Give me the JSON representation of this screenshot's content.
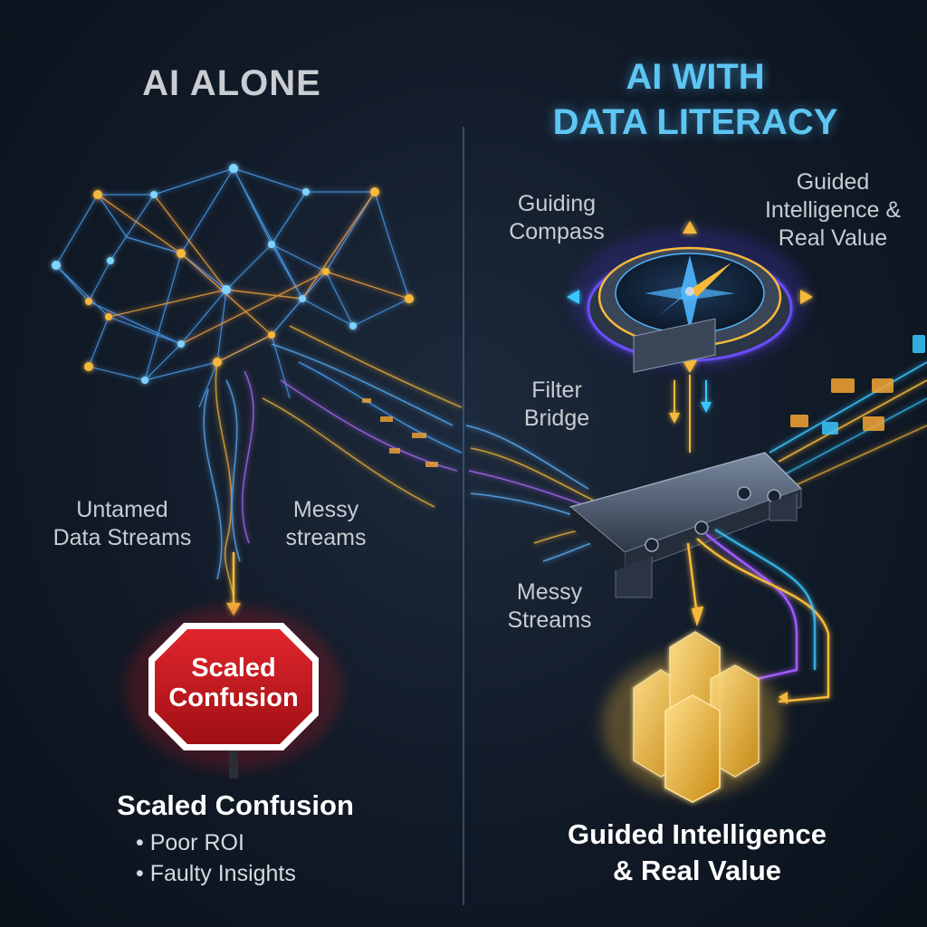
{
  "left": {
    "title": "AI ALONE",
    "label_untamed": [
      "Untamed",
      "Data Streams"
    ],
    "label_messy": [
      "Messy",
      "streams"
    ],
    "stop_sign": [
      "Scaled",
      "Confusion"
    ],
    "summary_title": "Scaled Confusion",
    "bullets": [
      "• Poor ROI",
      "• Faulty Insights"
    ]
  },
  "right": {
    "title": [
      "AI WITH",
      "DATA LITERACY"
    ],
    "label_compass": [
      "Guiding",
      "Compass"
    ],
    "label_guided": [
      "Guided",
      "Intelligence &",
      "Real Value"
    ],
    "label_filter": [
      "Filter",
      "Bridge"
    ],
    "label_messy": [
      "Messy",
      "Streams"
    ],
    "summary": [
      "Guided Intelligence",
      "& Real Value"
    ]
  },
  "colors": {
    "left_title": "#c9cdd3",
    "right_title": "#5ec6f2",
    "stop_red": "#c4161c",
    "gold": "#f5b93a",
    "cyan": "#39c7ff",
    "purple": "#a05cff"
  },
  "icons": [
    "network-brain-icon",
    "stop-sign-icon",
    "compass-icon",
    "filter-bridge-icon",
    "crystal-cluster-icon"
  ]
}
